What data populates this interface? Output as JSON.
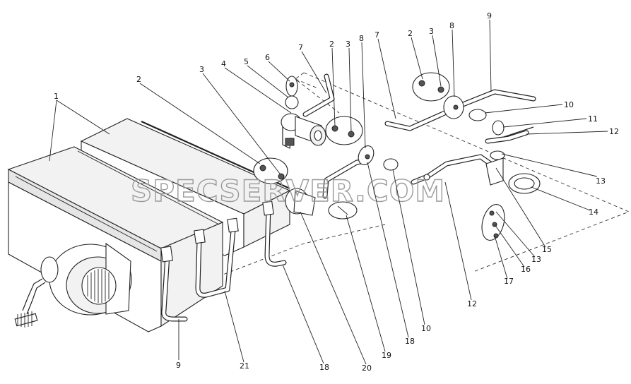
{
  "watermark": "SPECSERVER.COM",
  "labels": {
    "l1": "1",
    "l2a": "2",
    "l3a": "3",
    "l4": "4",
    "l5": "5",
    "l6": "6",
    "l7a": "7",
    "l2b": "2",
    "l3b": "3",
    "l8a": "8",
    "l7b": "7",
    "l2c": "2",
    "l3c": "3",
    "l8b": "8",
    "l9a": "9",
    "l10a": "10",
    "l11": "11",
    "l12a": "12",
    "l13a": "13",
    "l14": "14",
    "l15": "15",
    "l13b": "13",
    "l16": "16",
    "l17": "17",
    "l12b": "12",
    "l10b": "10",
    "l18a": "18",
    "l19": "19",
    "l20": "20",
    "l18b": "18",
    "l21": "21",
    "l9b": "9"
  }
}
